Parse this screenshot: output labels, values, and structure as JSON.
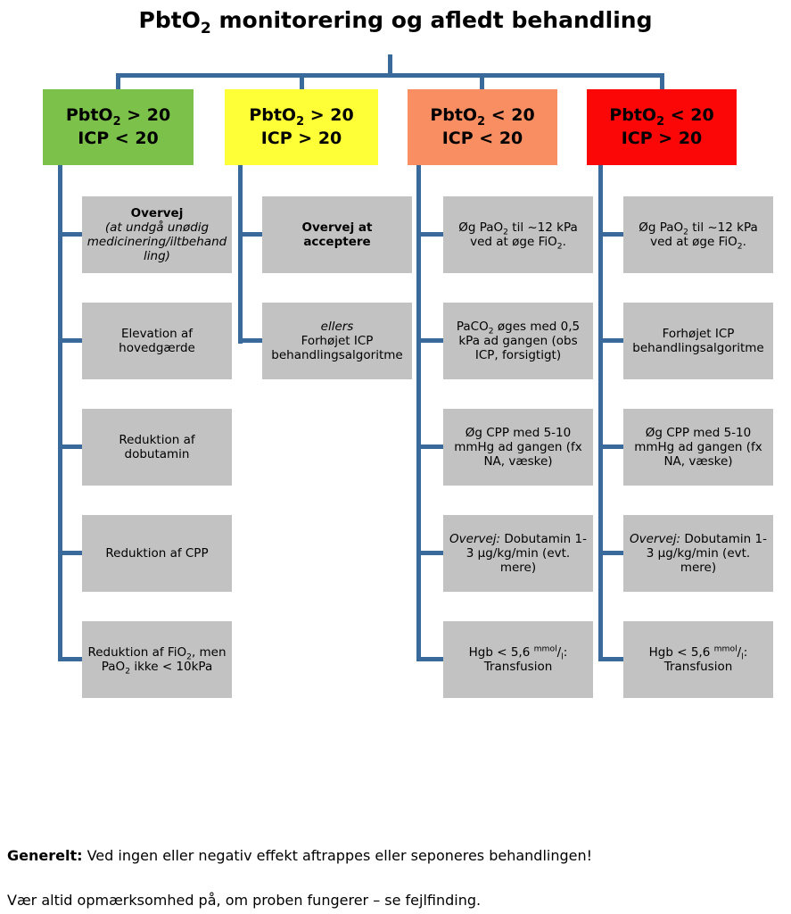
{
  "title": [
    {
      "t": "PbtO"
    },
    {
      "t": "2",
      "sub": 1
    },
    {
      "t": " monitorering og afledt behandling"
    }
  ],
  "colors": {
    "line": "#3A699B",
    "box": "#C2C2C2",
    "text": "#000000"
  },
  "columns": [
    {
      "id": "pbto2-high-icp-low",
      "color": "#7CC24A",
      "header": {
        "line1": [
          {
            "t": "PbtO"
          },
          {
            "t": "2",
            "sub": 1
          },
          {
            "t": " > 20"
          }
        ],
        "line2": "ICP < 20"
      },
      "boxes": [
        [
          {
            "t": "Overvej",
            "b": 1
          },
          {
            "t": "(at undgå unødig medicinering/iltbehandling)",
            "i": 1,
            "br": 1
          }
        ],
        [
          {
            "t": "Elevation af hovedgærde"
          }
        ],
        [
          {
            "t": "Reduktion af dobutamin"
          }
        ],
        [
          {
            "t": "Reduktion af CPP"
          }
        ],
        [
          {
            "t": "Reduktion af FiO"
          },
          {
            "t": "2",
            "sub": 1
          },
          {
            "t": ", men PaO"
          },
          {
            "t": "2",
            "sub": 1
          },
          {
            "t": " ikke < 10kPa"
          }
        ]
      ]
    },
    {
      "id": "pbto2-high-icp-high",
      "color": "#FFFF38",
      "header": {
        "line1": [
          {
            "t": "PbtO"
          },
          {
            "t": "2",
            "sub": 1
          },
          {
            "t": " > 20"
          }
        ],
        "line2": "ICP > 20"
      },
      "boxes": [
        [
          {
            "t": "Overvej at acceptere",
            "b": 1
          }
        ],
        [
          {
            "t": "ellers",
            "i": 1
          },
          {
            "t": "Forhøjet ICP behandlingsalgoritme",
            "br": 1
          }
        ]
      ]
    },
    {
      "id": "pbto2-low-icp-low",
      "color": "#F98E62",
      "header": {
        "line1": [
          {
            "t": "PbtO"
          },
          {
            "t": "2",
            "sub": 1
          },
          {
            "t": " < 20"
          }
        ],
        "line2": "ICP < 20"
      },
      "boxes": [
        [
          {
            "t": "Øg PaO"
          },
          {
            "t": "2",
            "sub": 1
          },
          {
            "t": " til ~12 kPa ved at øge FiO"
          },
          {
            "t": "2",
            "sub": 1
          },
          {
            "t": "."
          }
        ],
        [
          {
            "t": "PaCO"
          },
          {
            "t": "2",
            "sub": 1
          },
          {
            "t": " øges med 0,5 kPa ad gangen (obs ICP, forsigtigt)"
          }
        ],
        [
          {
            "t": "Øg CPP med 5-10 mmHg ad gangen (fx NA, væske)"
          }
        ],
        [
          {
            "t": "Overvej:",
            "i": 1
          },
          {
            "t": " Dobutamin 1-3 µg/kg/min (evt. mere)"
          }
        ],
        [
          {
            "t": "Hgb < 5,6 "
          },
          {
            "t": "mmol",
            "sup": 1
          },
          {
            "t": "/"
          },
          {
            "t": "l",
            "sub": 1
          },
          {
            "t": ": Transfusion"
          }
        ]
      ]
    },
    {
      "id": "pbto2-low-icp-high",
      "color": "#FB0707",
      "header": {
        "line1": [
          {
            "t": "PbtO"
          },
          {
            "t": "2",
            "sub": 1
          },
          {
            "t": " < 20"
          }
        ],
        "line2": "ICP > 20"
      },
      "boxes": [
        [
          {
            "t": "Øg PaO"
          },
          {
            "t": "2",
            "sub": 1
          },
          {
            "t": " til ~12 kPa ved at øge FiO"
          },
          {
            "t": "2",
            "sub": 1
          },
          {
            "t": "."
          }
        ],
        [
          {
            "t": "Forhøjet ICP behandlingsalgoritme"
          }
        ],
        [
          {
            "t": "Øg CPP med 5-10 mmHg ad gangen (fx NA, væske)"
          }
        ],
        [
          {
            "t": "Overvej:",
            "i": 1
          },
          {
            "t": " Dobutamin 1-3 µg/kg/min (evt. mere)"
          }
        ],
        [
          {
            "t": "Hgb < 5,6 "
          },
          {
            "t": "mmol",
            "sup": 1
          },
          {
            "t": "/"
          },
          {
            "t": "l",
            "sub": 1
          },
          {
            "t": ": Transfusion"
          }
        ]
      ]
    }
  ],
  "footer": {
    "line1": [
      {
        "t": "Generelt:",
        "b": 1
      },
      {
        "t": " Ved ingen eller negativ effekt aftrappes eller seponeres behandlingen!"
      }
    ],
    "line2": [
      {
        "t": "Vær altid opmærksomhed på, om proben fungerer – se fejlfinding."
      }
    ]
  }
}
